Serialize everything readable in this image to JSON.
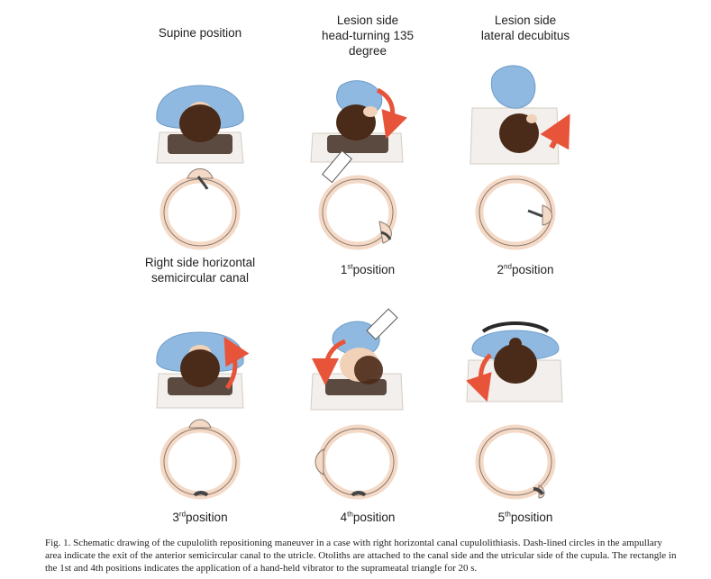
{
  "titles": {
    "supine": "Supine position",
    "head_turn_1": "Lesion side",
    "head_turn_2": "head-turning 135",
    "head_turn_3": "degree",
    "decub_1": "Lesion side",
    "decub_2": "lateral decubitus"
  },
  "labels": {
    "canal_1": "Right side horizontal",
    "canal_2": "semicircular canal",
    "positions": [
      {
        "num": "1",
        "sup": "st",
        "word": "position"
      },
      {
        "num": "2",
        "sup": "nd",
        "word": "position"
      },
      {
        "num": "3",
        "sup": "rd",
        "word": "position"
      },
      {
        "num": "4",
        "sup": "th",
        "word": "position"
      },
      {
        "num": "5",
        "sup": "th",
        "word": "position"
      }
    ]
  },
  "caption": {
    "line1": "Fig. 1.  Schematic drawing of the cupulolith repositioning maneuver in a case with right horizontal canal cupulolithiasis. Dash-lined circles in the ampullary",
    "line2": "area indicate the exit of the anterior semicircular canal to the utricle. Otoliths are attached to the canal side and the utricular side of the cupula. The rectangle in",
    "line3": "the 1st and 4th positions indicates the application of a hand-held vibrator to the suprameatal triangle for 20 s."
  },
  "colors": {
    "shirt": "#8fb9e0",
    "hair": "#4a2a18",
    "skin": "#f1d1b8",
    "bed": "#f2efec",
    "pillow": "#5b4a40",
    "arrow": "#e8543a",
    "canal": "#f4d9c6",
    "otolith": "#444444"
  }
}
